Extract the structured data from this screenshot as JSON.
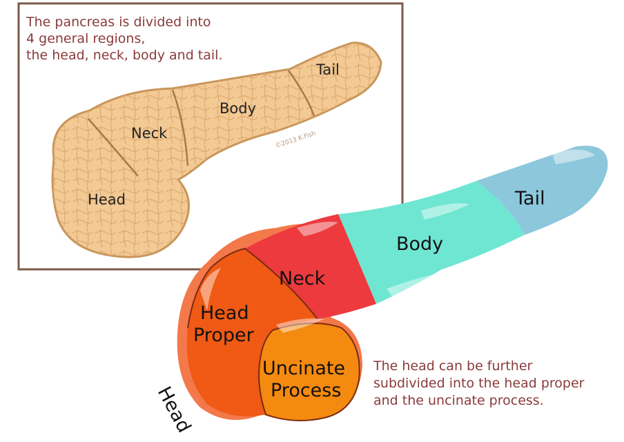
{
  "intro_text": {
    "line1": "The pancreas is divided into",
    "line2": "4 general regions,",
    "line3": "the head, neck, body and tail."
  },
  "top_diagram": {
    "labels": {
      "tail": "Tail",
      "body": "Body",
      "neck": "Neck",
      "head": "Head"
    },
    "copyright": "©2013 K.Fish"
  },
  "bottom_diagram": {
    "labels": {
      "tail": "Tail",
      "body": "Body",
      "neck": "Neck",
      "head_proper_line1": "Head",
      "head_proper_line2": "Proper",
      "uncinate_line1": "Uncinate",
      "uncinate_line2": "Process",
      "head_rotated": "Head"
    },
    "note": {
      "line1": "The head can be further",
      "line2": "subdivided into the head proper",
      "line3": "and the uncinate process."
    }
  },
  "colors": {
    "frame": "#7a5a48",
    "caption_text": "#8a3a3a",
    "pancreas_fill": "#f3c994",
    "pancreas_outline": "#c8955a",
    "tail_blue": "#8cc7dc",
    "body_aqua": "#6fe6d2",
    "neck_red": "#ec3a3e",
    "head_proper_orange": "#f05a14",
    "uncinate_orange": "#f58a10",
    "head_outer": "#f3784a"
  }
}
